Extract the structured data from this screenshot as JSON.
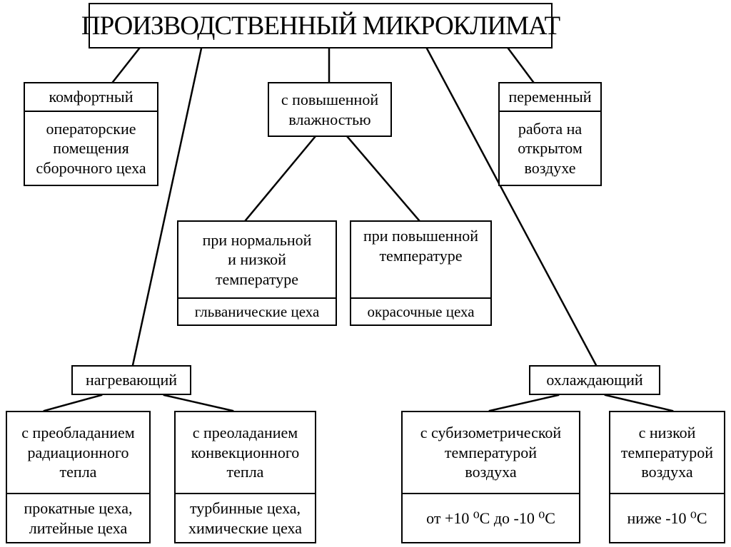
{
  "title": "ПРОИЗВОДСТВЕННЫЙ МИКРОКЛИМАТ",
  "comfort": {
    "label": "комфортный",
    "example": [
      "операторские",
      "помещения",
      "сборочного цеха"
    ]
  },
  "humid": {
    "label": [
      "с повышенной",
      "влажностью"
    ],
    "normal_temp": {
      "label": [
        "при нормальной",
        "и низкой",
        "температуре"
      ],
      "example": "гльванические цеха"
    },
    "high_temp": {
      "label": [
        "при повышенной",
        "температуре"
      ],
      "example": "окрасочные цеха"
    }
  },
  "variable": {
    "label": "переменный",
    "example": [
      "работа на",
      "открытом",
      "воздухе"
    ]
  },
  "heating": {
    "label": "нагревающий",
    "radiation": {
      "label": [
        "с преобладанием",
        "радиационного",
        "тепла"
      ],
      "example": [
        "прокатные цеха,",
        "литейные цеха"
      ]
    },
    "convection": {
      "label": [
        "с преоладанием",
        "конвекционного",
        "тепла"
      ],
      "example": [
        "турбинные цеха,",
        "химические цеха"
      ]
    }
  },
  "cooling": {
    "label": "охлаждающий",
    "subisometric": {
      "label": [
        "с субизометрической",
        "температурой",
        "воздуха"
      ],
      "example": "от +10 ⁰С до -10 ⁰С"
    },
    "low_temp": {
      "label": [
        "с низкой",
        "температурой",
        "воздуха"
      ],
      "example": "ниже -10 ⁰С"
    }
  }
}
